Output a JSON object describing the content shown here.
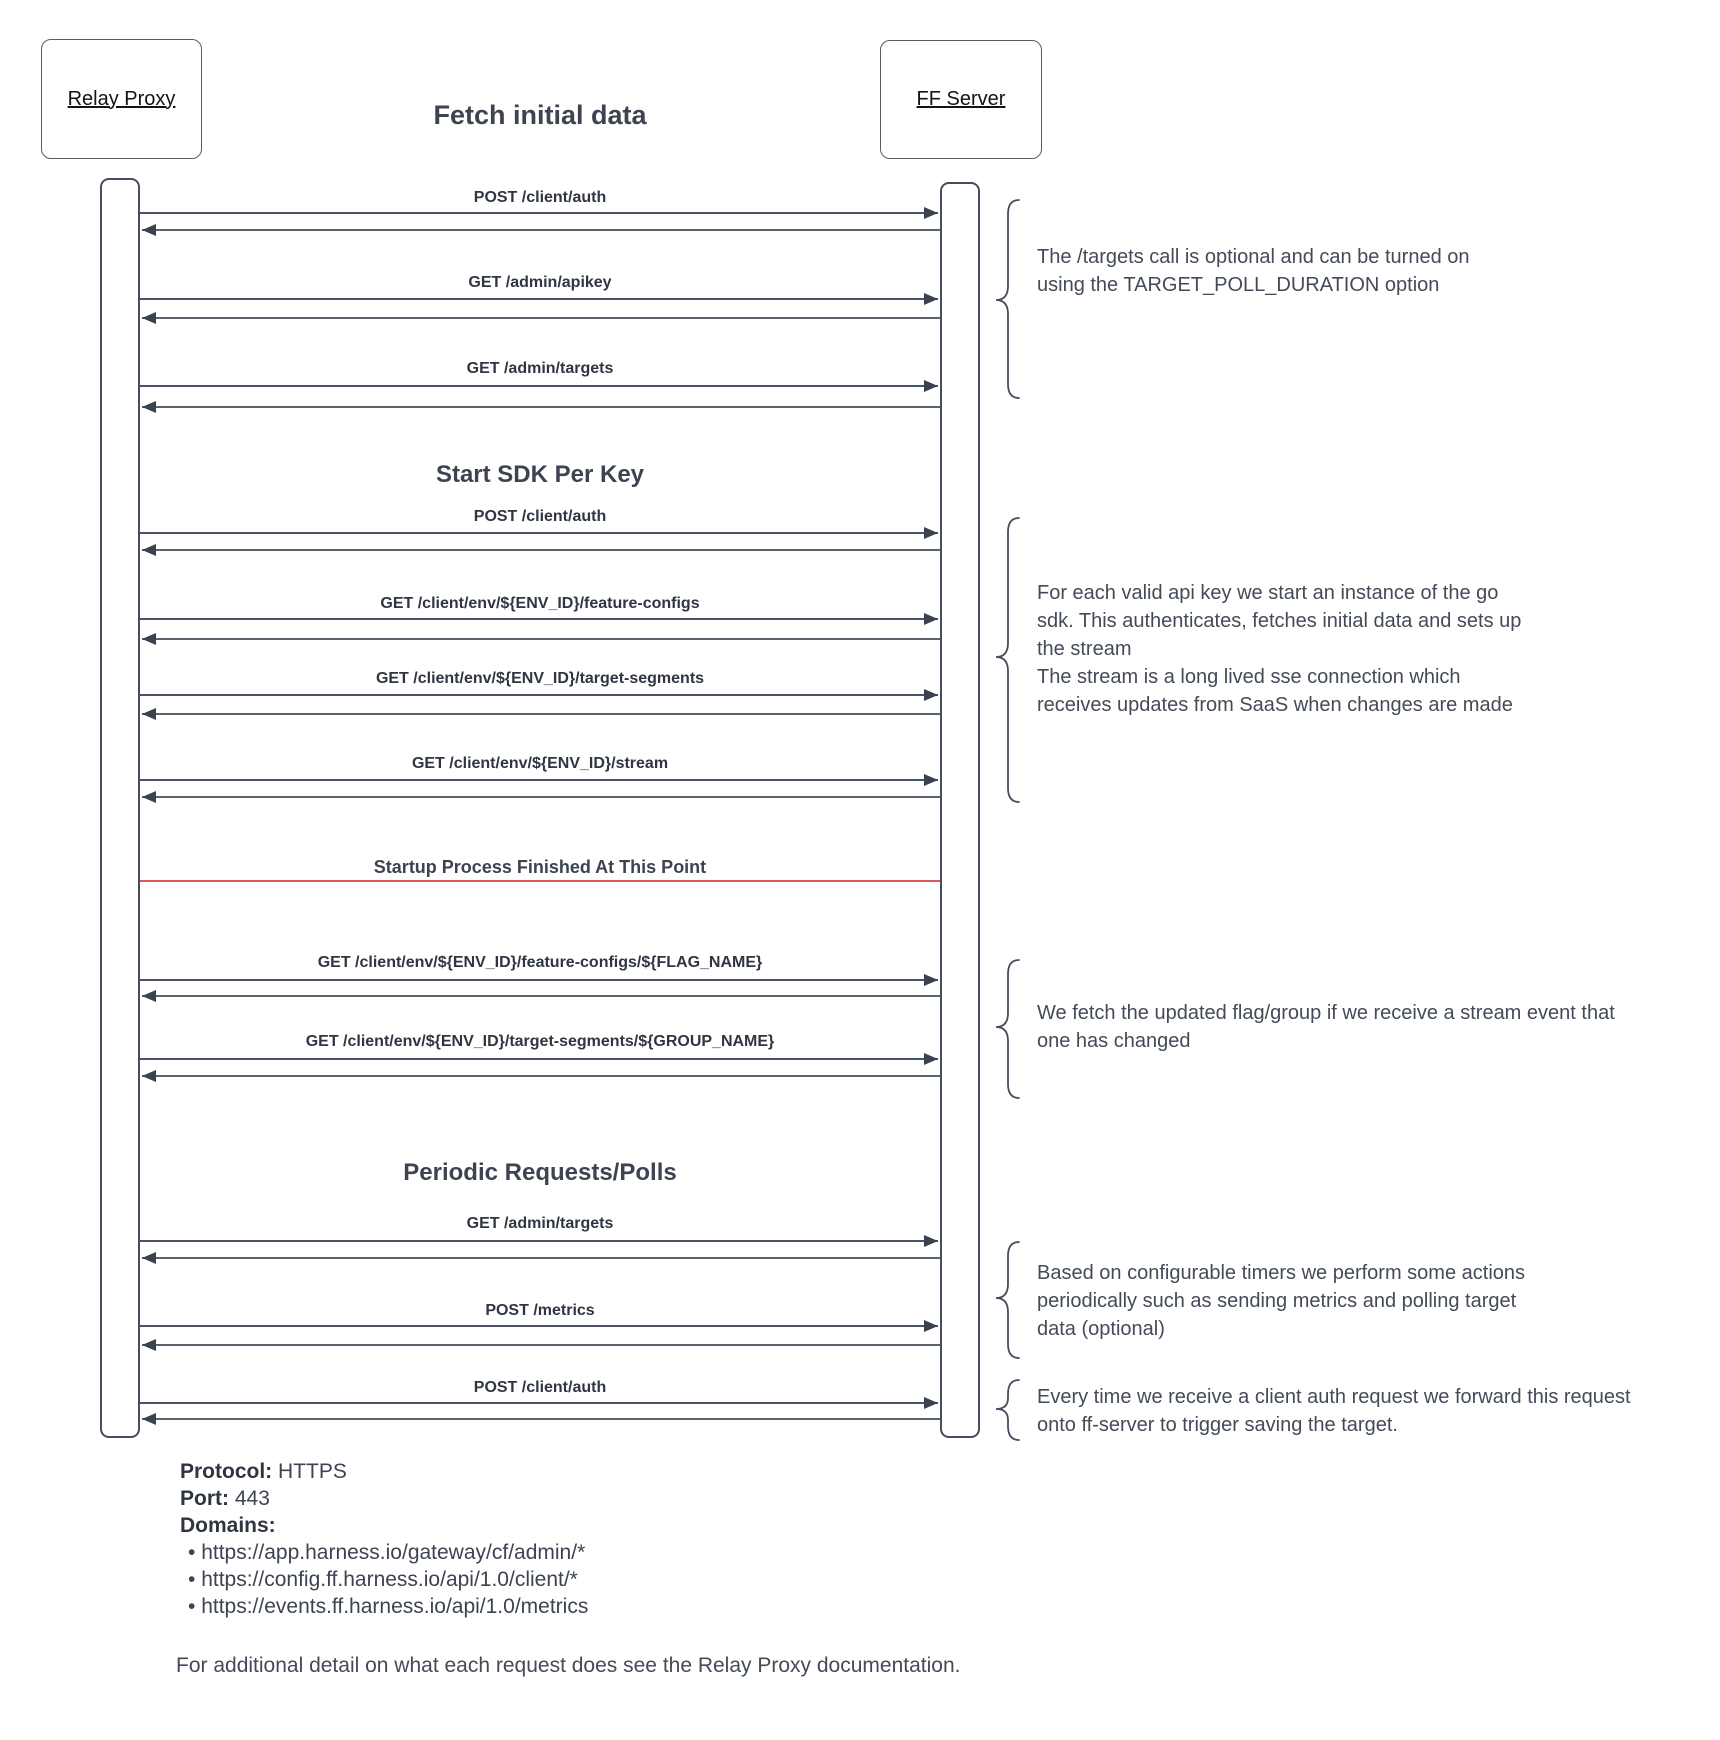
{
  "diagram": {
    "title": "Fetch initial data",
    "actors": [
      {
        "label": "Relay Proxy"
      },
      {
        "label": "FF Server"
      }
    ],
    "section_headings": {
      "start_sdk": "Start SDK Per Key",
      "periodic": "Periodic Requests/Polls"
    },
    "milestone": {
      "label": "Startup Process Finished At This Point"
    },
    "messages": [
      {
        "label": "POST /client/auth"
      },
      {
        "label": "GET /admin/apikey"
      },
      {
        "label": "GET /admin/targets"
      },
      {
        "label": "POST /client/auth"
      },
      {
        "label": "GET /client/env/${ENV_ID}/feature-configs"
      },
      {
        "label": "GET /client/env/${ENV_ID}/target-segments"
      },
      {
        "label": "GET /client/env/${ENV_ID}/stream"
      },
      {
        "label": "GET /client/env/${ENV_ID}/feature-configs/${FLAG_NAME}"
      },
      {
        "label": "GET /client/env/${ENV_ID}/target-segments/${GROUP_NAME}"
      },
      {
        "label": "GET /admin/targets"
      },
      {
        "label": "POST /metrics"
      },
      {
        "label": "POST /client/auth"
      }
    ],
    "annotations": [
      {
        "text": "The /targets call is optional and can be turned on using the TARGET_POLL_DURATION option"
      },
      {
        "text": "For each valid api key we start an instance of the go sdk. This authenticates, fetches initial data and sets up the stream",
        "text2": "The stream is a long lived sse connection which receives updates from SaaS when changes are made"
      },
      {
        "text": "We fetch the updated flag/group if we receive a stream event that one has changed"
      },
      {
        "text": "Based on configurable timers we perform some actions periodically such as sending metrics and polling target data (optional)"
      },
      {
        "text": "Every time we receive a client auth request we forward this request onto ff-server to trigger saving the target."
      }
    ],
    "footer": {
      "protocol_label": "Protocol:",
      "protocol_value": " HTTPS",
      "port_label": "Port:",
      "port_value": " 443",
      "domains_label": "Domains:",
      "domains": [
        "https://app.harness.io/gateway/cf/admin/*",
        "https://config.ff.harness.io/api/1.0/client/*",
        "https://events.ff.harness.io/api/1.0/metrics"
      ],
      "note": "For additional detail on what each request does see the Relay Proxy documentation."
    },
    "colors": {
      "line": "#4a5362",
      "text": "#3d4451",
      "milestone_line": "#dc5a5a"
    }
  }
}
